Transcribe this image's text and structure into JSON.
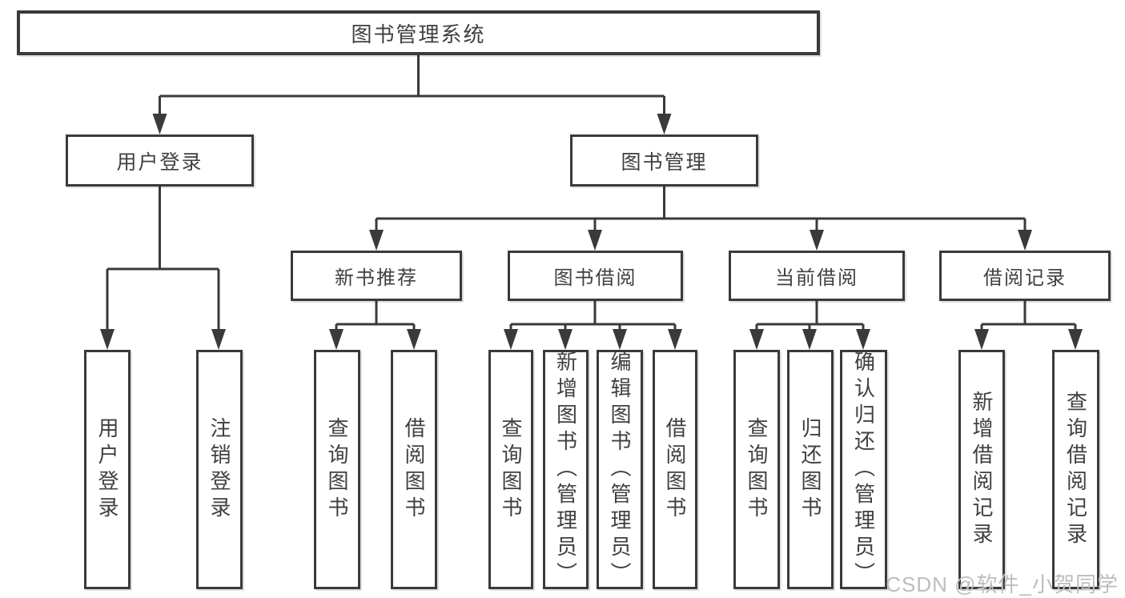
{
  "diagram_title": "图书管理系统",
  "nodes": {
    "root": "图书管理系统",
    "user_login": "用户登录",
    "book_mgmt": "图书管理",
    "new_book": "新书推荐",
    "book_borrow": "图书借阅",
    "current_borrow": "当前借阅",
    "borrow_record": "借阅记录"
  },
  "leaves": {
    "user_login": [
      "用户登录",
      "注销登录"
    ],
    "new_book": [
      "查询图书",
      "借阅图书"
    ],
    "book_borrow": [
      "查询图书",
      "新增图书（管理员）",
      "编辑图书（管理员）",
      "借阅图书"
    ],
    "current_borrow": [
      "查询图书",
      "归还图书",
      "确认归还（管理员）"
    ],
    "borrow_record": [
      "新增借阅记录",
      "查询借阅记录"
    ]
  },
  "watermark": "CSDN @软件_小贺同学",
  "colors": {
    "line": "#3a3a3a",
    "text": "#404040",
    "background": "#ffffff",
    "watermark": "#bdbdbd"
  }
}
